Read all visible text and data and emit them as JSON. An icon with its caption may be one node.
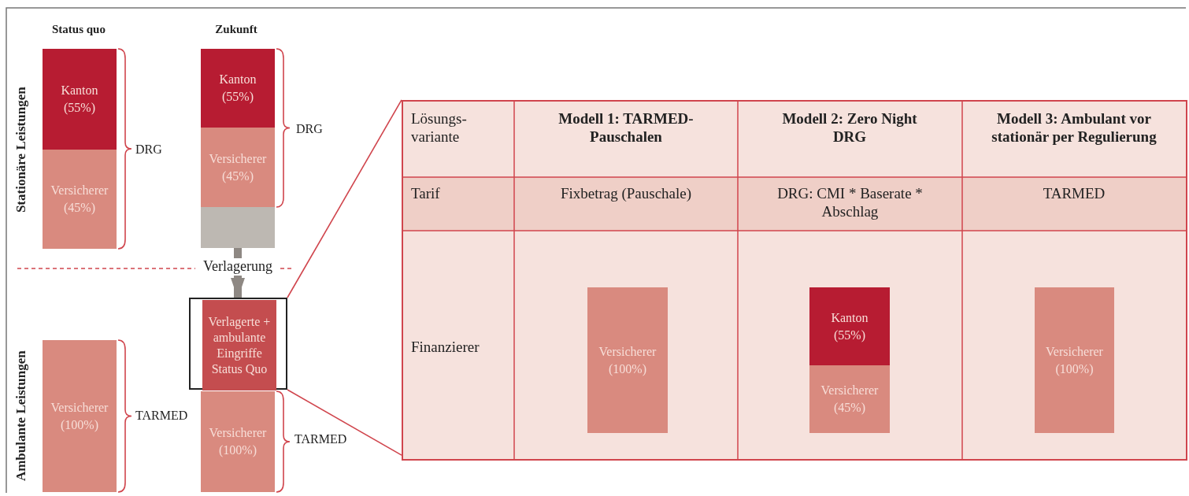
{
  "diagram": {
    "nodes": [
      {
        "text": [
          "Kanton (55%)"
        ]
      },
      {
        "text": [
          "Versicherer (45%)"
        ]
      },
      {
        "text": [
          "Kanton (55%)"
        ]
      },
      {
        "text": [
          "Versicherer (45%)"
        ]
      },
      {
        "text": [],
        "shape": "box"
      },
      {
        "text": [],
        "shape": "box"
      },
      {
        "text": [
          "Verlagerte + ambulante Eingriffe Status Quo"
        ],
        "in": 5
      },
      {
        "text": [
          "Versicherer (100%)"
        ]
      },
      {
        "text": [
          "Versicherer (100%)"
        ]
      },
      {
        "text": [],
        "shape": "box"
      },
      {
        "text": [
          "Versicherer (100%)"
        ],
        "in": 9
      },
      {
        "text": [
          "Kanton (55%)"
        ],
        "in": 9
      },
      {
        "text": [
          "Versicherer (45%)"
        ],
        "in": 9
      },
      {
        "text": [
          "Versicherer (100%)"
        ],
        "in": 9
      }
    ],
    "edges": [
      {
        "from": 4,
        "to": 6,
        "arrow": "to",
        "label": "Verlagerung",
        "style": "thick",
        "color": "#8e8883"
      },
      {
        "from": 5,
        "to": 9,
        "arrow": "none"
      },
      {
        "from": 5,
        "to": 9,
        "arrow": "none"
      }
    ],
    "labels": [
      "Status quo",
      "Zukunft",
      "Stationäre Leistungen",
      "DRG",
      "DRG",
      "Ambulante Leistungen",
      "TARMED",
      "TARMED",
      "Lösungs-variante",
      "Modell 1: TARMED-Pauschalen",
      "Modell 2: Zero Night DRG",
      "Modell 3: Ambulant vor stationär per Regulierung",
      "Tarif",
      "Fixbetrag (Pauschale)",
      "DRG: CMI * Baserate * Abschlag",
      "TARMED",
      "Finanzierer"
    ]
  }
}
